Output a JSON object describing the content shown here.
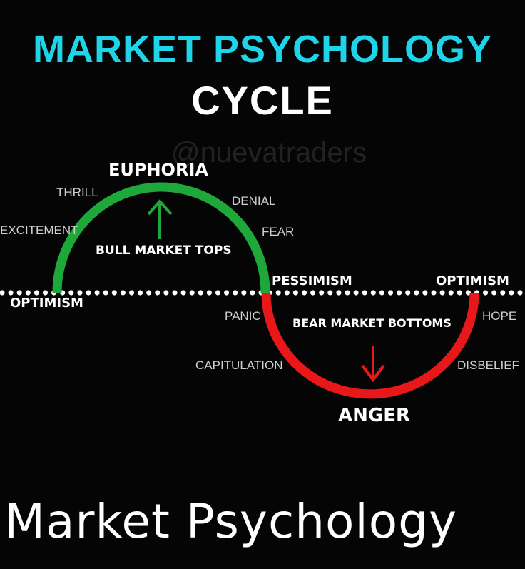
{
  "title": {
    "line1": "MARKET PSYCHOLOGY",
    "line2": "CYCLE"
  },
  "watermark": "@nuevatraders",
  "colors": {
    "title": "#1fd3e8",
    "bull": "#1ea83a",
    "bear": "#e8181a",
    "text": "#ffffff"
  },
  "bull": {
    "peak": "EUPHORIA",
    "label": "BULL MARKET TOPS",
    "stages": [
      "EXCITEMENT",
      "THRILL",
      "DENIAL",
      "FEAR"
    ],
    "start": "OPTIMISM"
  },
  "bear": {
    "start": "PESSIMISM",
    "bottom": "ANGER",
    "label": "BEAR MARKET BOTTOMS",
    "stages": [
      "PANIC",
      "CAPITULATION",
      "DISBELIEF",
      "HOPE"
    ],
    "end": "OPTIMISM"
  },
  "footer": "Market Psychology"
}
